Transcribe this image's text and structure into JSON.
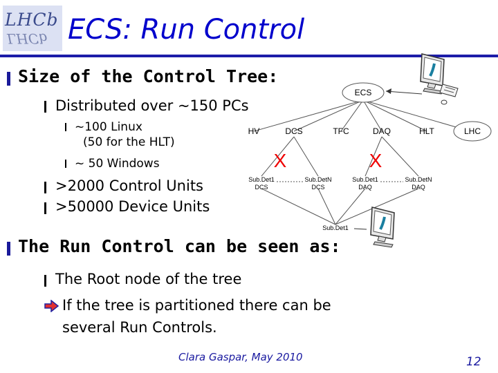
{
  "header": {
    "logo_text": "LHCb",
    "title": "ECS: Run Control"
  },
  "bullets": {
    "size_heading": "Size of the Control Tree:",
    "distributed": "Distributed over ~150 PCs",
    "linux_line1": "~100 Linux",
    "linux_line2": "(50 for the HLT)",
    "windows": "~ 50 Windows",
    "control_units": ">2000 Control Units",
    "device_units": ">50000 Device Units",
    "run_control_heading": "The Run Control can be seen as:",
    "root_node": "The Root node of the tree",
    "partition_line1": "If the tree is partitioned there can be",
    "partition_line2": "several Run Controls."
  },
  "diagram": {
    "root": "ECS",
    "level1": [
      "HV",
      "DCS",
      "TFC",
      "DAQ",
      "HLT",
      "LHC"
    ],
    "subdet1_dcs": [
      "Sub.Det1",
      "DCS"
    ],
    "subdetN_dcs": [
      "Sub.DetN",
      "DCS"
    ],
    "subdet1_daq": [
      "Sub.Det1",
      "DAQ"
    ],
    "subdetN_daq": [
      "Sub.DetN",
      "DAQ"
    ],
    "subdet1": "Sub.Det1",
    "cross_mark": "X"
  },
  "footer": {
    "author": "Clara Gaspar, May 2010",
    "page_number": "12"
  },
  "colors": {
    "title_blue": "#0000cc",
    "rule_blue": "#1c1ca8",
    "footer_blue": "#1a1aa0",
    "cross_red": "#ee0000",
    "arrow_red": "#e03030"
  }
}
